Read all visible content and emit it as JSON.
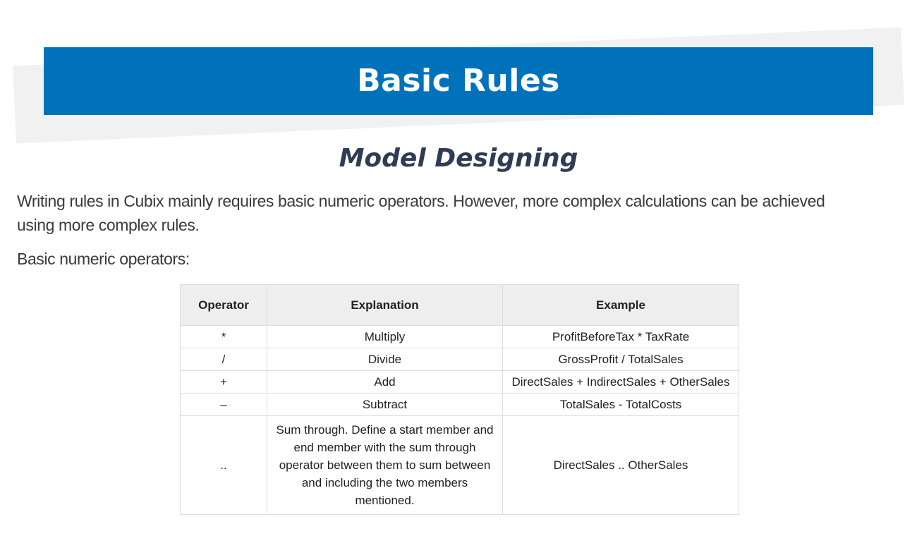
{
  "banner": {
    "title": "Basic Rules"
  },
  "section": {
    "subtitle": "Model Designing"
  },
  "content": {
    "intro": "Writing rules in Cubix mainly requires basic numeric operators. However, more complex calculations can be achieved using more complex rules.",
    "operators_label": "Basic numeric operators:"
  },
  "table": {
    "headers": [
      "Operator",
      "Explanation",
      "Example"
    ],
    "rows": [
      {
        "operator": "*",
        "explanation": "Multiply",
        "example": "ProfitBeforeTax * TaxRate"
      },
      {
        "operator": "/",
        "explanation": "Divide",
        "example": "GrossProfit / TotalSales"
      },
      {
        "operator": "+",
        "explanation": "Add",
        "example": "DirectSales + IndirectSales + OtherSales"
      },
      {
        "operator": "–",
        "explanation": "Subtract",
        "example": "TotalSales - TotalCosts"
      },
      {
        "operator": "..",
        "explanation": "Sum through. Define a start member and end member with the sum through operator between them to sum between and including the two members mentioned.",
        "example": "DirectSales .. OtherSales"
      }
    ]
  },
  "colors": {
    "banner_blue": "#0072bc",
    "banner_text": "#ffffff",
    "backdrop_gray": "#f1f1f1",
    "subtitle_navy": "#2f3c55",
    "body_text": "#3a3a3a",
    "table_header_bg": "#eeeeee",
    "table_border": "#dddddd",
    "table_text": "#222222"
  }
}
